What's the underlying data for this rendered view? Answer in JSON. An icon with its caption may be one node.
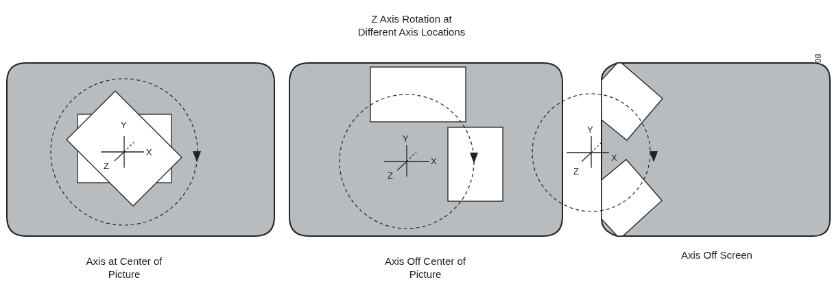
{
  "diagram": {
    "title": "Z Axis Rotation at Different Axis Locations",
    "nodes": [
      {
        "text": [],
        "shape": "box"
      },
      {
        "text": [],
        "shape": "box"
      },
      {
        "text": [],
        "shape": "box"
      }
    ],
    "labels": [
      "Y",
      "X",
      "Z",
      "Y",
      "X",
      "Z",
      "Y",
      "X",
      "Z",
      "08",
      "Axis at Center of Picture",
      "Axis Off Center of Picture",
      "Axis Off Screen"
    ]
  }
}
